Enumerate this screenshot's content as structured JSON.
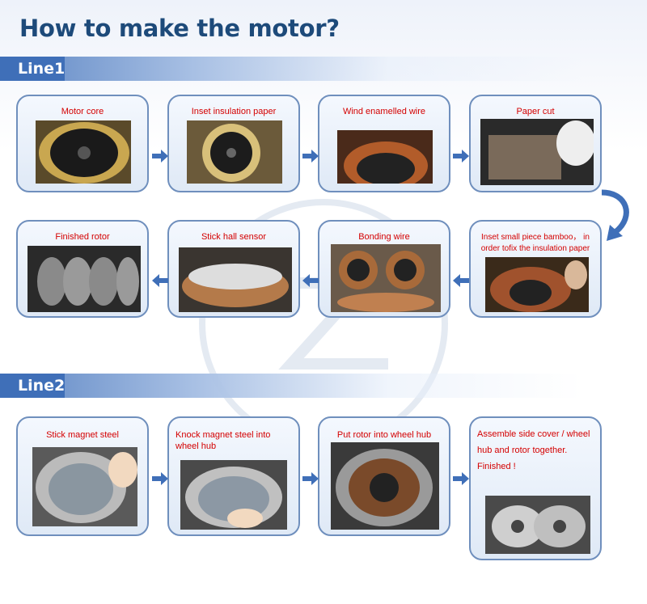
{
  "title": "How to make the motor?",
  "line1": {
    "label": "Line1",
    "steps": [
      "Motor core",
      "Inset insulation paper",
      "Wind enamelled wire",
      "Paper cut",
      "Inset small piece bamboo， in order tofix the insulation paper",
      "Bonding wire",
      "Stick hall sensor",
      "Finished rotor"
    ]
  },
  "line2": {
    "label": "Line2",
    "steps": [
      "Stick magnet steel",
      "Knock magnet steel into wheel hub",
      "Put rotor into wheel hub",
      "Assemble side cover / wheel hub and rotor together.\nFinished !"
    ]
  },
  "colors": {
    "title": "#1d4a7a",
    "bar": "#3f6fb8",
    "caption": "#d40000",
    "card_border": "#6f8fbd",
    "arrow": "#3f6fb8"
  }
}
